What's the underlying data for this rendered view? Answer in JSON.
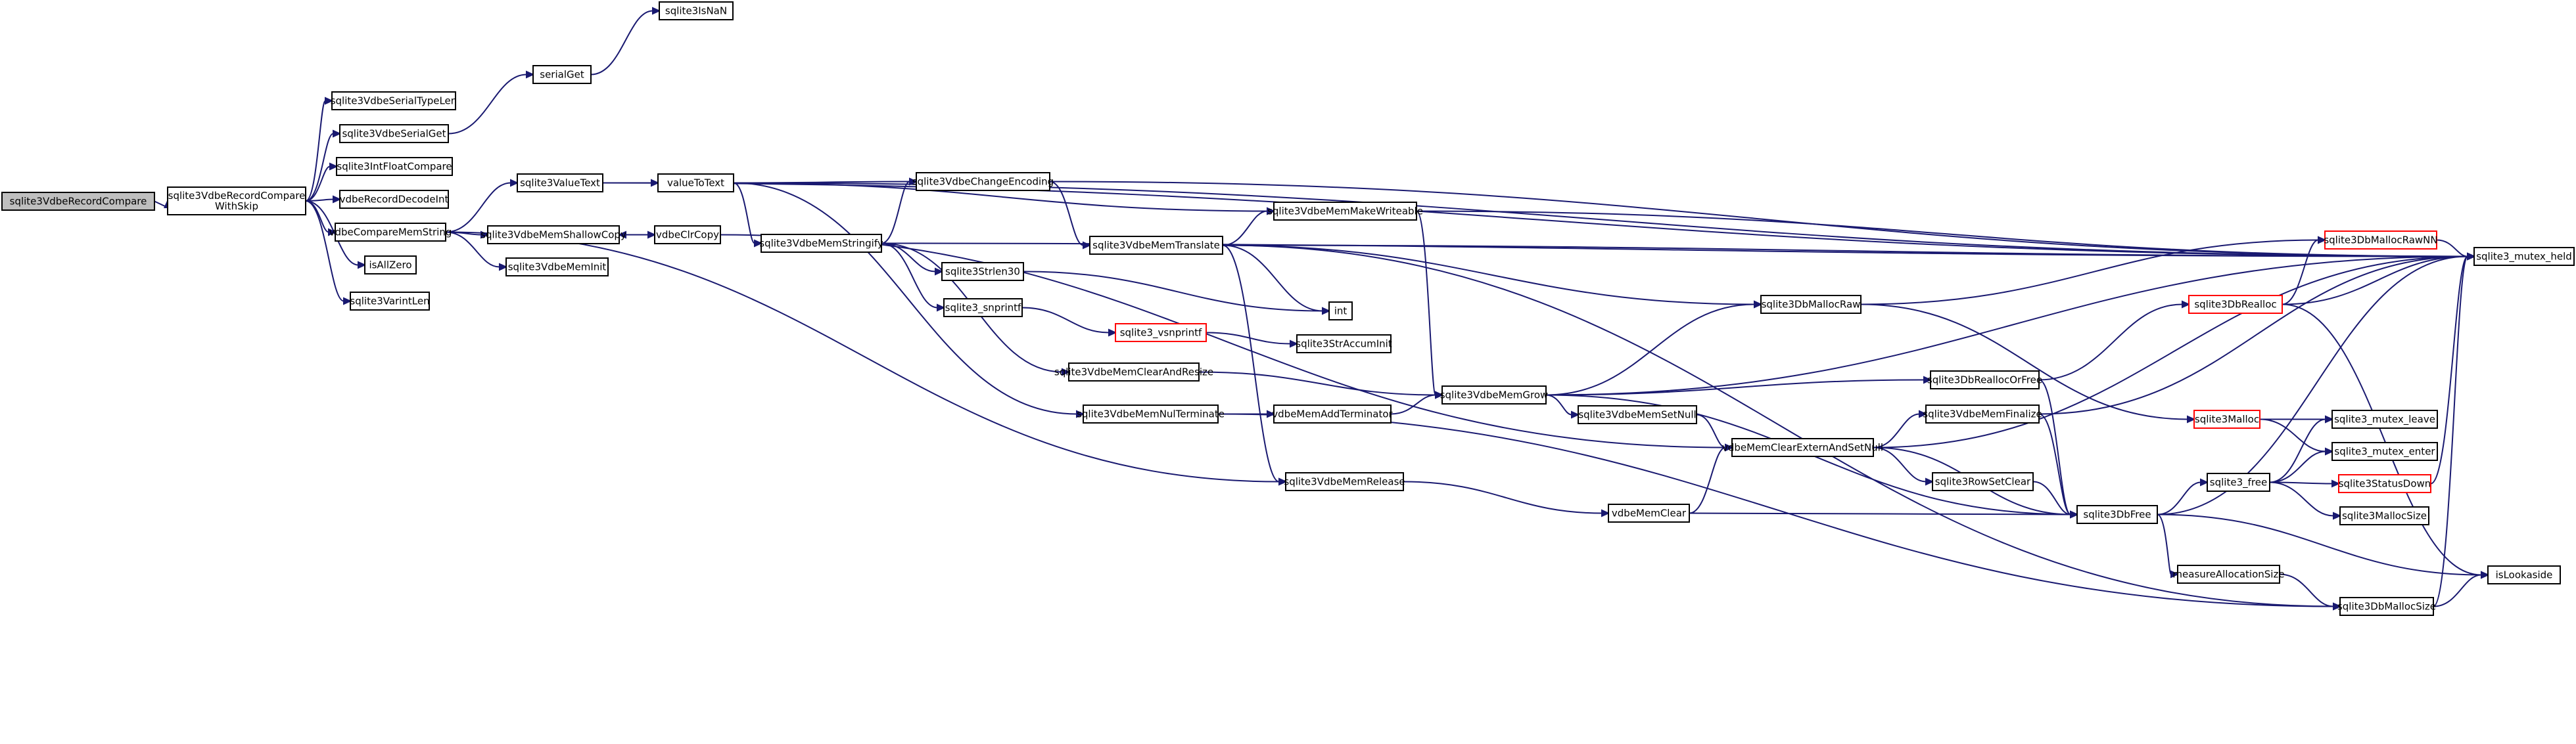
{
  "graph": {
    "colors": {
      "edge": "#191970",
      "node_border": "#000000",
      "root_fill": "#bfbfbf",
      "truncated_border": "#ff0000"
    },
    "nodes": [
      {
        "id": "n0",
        "lines": [
          "sqlite3VdbeRecordCompare"
        ],
        "style": "root"
      },
      {
        "id": "n1",
        "lines": [
          "sqlite3VdbeRecordCompare",
          "WithSkip"
        ]
      },
      {
        "id": "n2",
        "lines": [
          "sqlite3VdbeSerialTypeLen"
        ]
      },
      {
        "id": "n3",
        "lines": [
          "sqlite3VdbeSerialGet"
        ]
      },
      {
        "id": "n4",
        "lines": [
          "serialGet"
        ]
      },
      {
        "id": "n5",
        "lines": [
          "sqlite3IsNaN"
        ]
      },
      {
        "id": "n6",
        "lines": [
          "sqlite3IntFloatCompare"
        ]
      },
      {
        "id": "n7",
        "lines": [
          "vdbeRecordDecodeInt"
        ]
      },
      {
        "id": "n8",
        "lines": [
          "vdbeCompareMemString"
        ]
      },
      {
        "id": "n9",
        "lines": [
          "sqlite3ValueText"
        ]
      },
      {
        "id": "n10",
        "lines": [
          "valueToText"
        ]
      },
      {
        "id": "n11",
        "lines": [
          "sqlite3_mutex_held"
        ]
      },
      {
        "id": "n12",
        "lines": [
          "sqlite3VdbeChangeEncoding"
        ]
      },
      {
        "id": "n13",
        "lines": [
          "sqlite3VdbeMemTranslate"
        ]
      },
      {
        "id": "n14",
        "lines": [
          "sqlite3VdbeMemMakeWriteable"
        ]
      },
      {
        "id": "n15",
        "lines": [
          "sqlite3VdbeMemGrow"
        ]
      },
      {
        "id": "n16",
        "lines": [
          "sqlite3DbMallocRaw"
        ]
      },
      {
        "id": "n17",
        "lines": [
          "sqlite3DbMallocRawNN"
        ],
        "style": "red"
      },
      {
        "id": "n18",
        "lines": [
          "sqlite3Malloc"
        ],
        "style": "red"
      },
      {
        "id": "n19",
        "lines": [
          "sqlite3_mutex_leave"
        ]
      },
      {
        "id": "n20",
        "lines": [
          "sqlite3_mutex_enter"
        ]
      },
      {
        "id": "n21",
        "lines": [
          "sqlite3StatusDown"
        ],
        "style": "red"
      },
      {
        "id": "n22",
        "lines": [
          "sqlite3DbRealloc"
        ],
        "style": "red"
      },
      {
        "id": "n23",
        "lines": [
          "isLookaside"
        ]
      },
      {
        "id": "n24",
        "lines": [
          "sqlite3_free"
        ]
      },
      {
        "id": "n25",
        "lines": [
          "sqlite3MallocSize"
        ]
      },
      {
        "id": "n26",
        "lines": [
          "sqlite3DbReallocOrFree"
        ]
      },
      {
        "id": "n27",
        "lines": [
          "sqlite3DbFree"
        ]
      },
      {
        "id": "n28",
        "lines": [
          "measureAllocationSize"
        ]
      },
      {
        "id": "n29",
        "lines": [
          "sqlite3DbMallocSize"
        ]
      },
      {
        "id": "n30",
        "lines": [
          "sqlite3VdbeMemSetNull"
        ]
      },
      {
        "id": "n31",
        "lines": [
          "vdbeMemClearExternAndSetNull"
        ]
      },
      {
        "id": "n32",
        "lines": [
          "sqlite3VdbeMemFinalize"
        ]
      },
      {
        "id": "n33",
        "lines": [
          "sqlite3RowSetClear"
        ]
      },
      {
        "id": "n34",
        "lines": [
          "vdbeMemClear"
        ]
      },
      {
        "id": "n35",
        "lines": [
          "sqlite3VdbeMemRelease"
        ]
      },
      {
        "id": "n36",
        "lines": [
          "int"
        ]
      },
      {
        "id": "n37",
        "lines": [
          "sqlite3VdbeMemStringify"
        ]
      },
      {
        "id": "n38",
        "lines": [
          "sqlite3Strlen30"
        ]
      },
      {
        "id": "n39",
        "lines": [
          "sqlite3_snprintf"
        ]
      },
      {
        "id": "n40",
        "lines": [
          "sqlite3_vsnprintf"
        ],
        "style": "red"
      },
      {
        "id": "n41",
        "lines": [
          "sqlite3StrAccumInit"
        ]
      },
      {
        "id": "n42",
        "lines": [
          "sqlite3VdbeMemClearAndResize"
        ]
      },
      {
        "id": "n43",
        "lines": [
          "sqlite3VdbeMemNulTerminate"
        ]
      },
      {
        "id": "n44",
        "lines": [
          "vdbeMemAddTerminator"
        ]
      },
      {
        "id": "n45",
        "lines": [
          "sqlite3VdbeMemShallowCopy"
        ]
      },
      {
        "id": "n46",
        "lines": [
          "vdbeClrCopy"
        ]
      },
      {
        "id": "n47",
        "lines": [
          "sqlite3VdbeMemInit"
        ]
      },
      {
        "id": "n48",
        "lines": [
          "isAllZero"
        ]
      },
      {
        "id": "n49",
        "lines": [
          "sqlite3VarintLen"
        ]
      }
    ],
    "edges": [
      [
        "n0",
        "n1"
      ],
      [
        "n1",
        "n2"
      ],
      [
        "n1",
        "n3"
      ],
      [
        "n1",
        "n6"
      ],
      [
        "n1",
        "n7"
      ],
      [
        "n1",
        "n8"
      ],
      [
        "n1",
        "n48"
      ],
      [
        "n1",
        "n49"
      ],
      [
        "n3",
        "n4"
      ],
      [
        "n4",
        "n5"
      ],
      [
        "n8",
        "n9"
      ],
      [
        "n8",
        "n45"
      ],
      [
        "n8",
        "n47"
      ],
      [
        "n8",
        "n35"
      ],
      [
        "n9",
        "n10"
      ],
      [
        "n9",
        "n11"
      ],
      [
        "n10",
        "n11"
      ],
      [
        "n10",
        "n12"
      ],
      [
        "n10",
        "n14"
      ],
      [
        "n10",
        "n37"
      ],
      [
        "n10",
        "n43"
      ],
      [
        "n12",
        "n11"
      ],
      [
        "n12",
        "n13"
      ],
      [
        "n13",
        "n11"
      ],
      [
        "n13",
        "n14"
      ],
      [
        "n13",
        "n16"
      ],
      [
        "n13",
        "n36"
      ],
      [
        "n13",
        "n35"
      ],
      [
        "n13",
        "n29"
      ],
      [
        "n14",
        "n11"
      ],
      [
        "n14",
        "n15"
      ],
      [
        "n15",
        "n16"
      ],
      [
        "n15",
        "n26"
      ],
      [
        "n15",
        "n30"
      ],
      [
        "n15",
        "n27"
      ],
      [
        "n15",
        "n11"
      ],
      [
        "n16",
        "n17"
      ],
      [
        "n16",
        "n18"
      ],
      [
        "n17",
        "n11"
      ],
      [
        "n18",
        "n19"
      ],
      [
        "n18",
        "n20"
      ],
      [
        "n22",
        "n17"
      ],
      [
        "n22",
        "n11"
      ],
      [
        "n22",
        "n23"
      ],
      [
        "n24",
        "n19"
      ],
      [
        "n24",
        "n20"
      ],
      [
        "n24",
        "n21"
      ],
      [
        "n24",
        "n25"
      ],
      [
        "n21",
        "n11"
      ],
      [
        "n26",
        "n22"
      ],
      [
        "n26",
        "n27"
      ],
      [
        "n27",
        "n24"
      ],
      [
        "n27",
        "n23"
      ],
      [
        "n27",
        "n28"
      ],
      [
        "n27",
        "n11"
      ],
      [
        "n28",
        "n29"
      ],
      [
        "n29",
        "n23"
      ],
      [
        "n29",
        "n11"
      ],
      [
        "n30",
        "n31"
      ],
      [
        "n31",
        "n32"
      ],
      [
        "n31",
        "n33"
      ],
      [
        "n31",
        "n27"
      ],
      [
        "n31",
        "n11"
      ],
      [
        "n32",
        "n11"
      ],
      [
        "n32",
        "n27"
      ],
      [
        "n33",
        "n27"
      ],
      [
        "n34",
        "n31"
      ],
      [
        "n34",
        "n27"
      ],
      [
        "n35",
        "n34"
      ],
      [
        "n37",
        "n12"
      ],
      [
        "n37",
        "n38"
      ],
      [
        "n37",
        "n39"
      ],
      [
        "n37",
        "n42"
      ],
      [
        "n37",
        "n11"
      ],
      [
        "n38",
        "n36"
      ],
      [
        "n39",
        "n40"
      ],
      [
        "n40",
        "n41"
      ],
      [
        "n42",
        "n15"
      ],
      [
        "n43",
        "n44"
      ],
      [
        "n43",
        "n29"
      ],
      [
        "n44",
        "n15"
      ],
      [
        "n45",
        "n46"
      ],
      [
        "n46",
        "n45"
      ],
      [
        "n46",
        "n31"
      ]
    ]
  }
}
